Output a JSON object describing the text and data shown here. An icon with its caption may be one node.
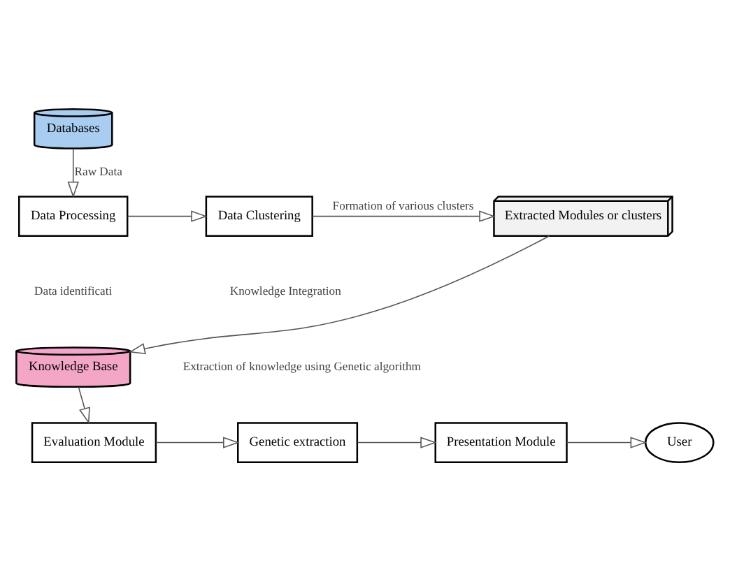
{
  "diagram": {
    "nodes": [
      {
        "text": [
          "Databases"
        ]
      },
      {
        "text": [
          "Data Processing"
        ]
      },
      {
        "text": [
          "Data Clustering"
        ]
      },
      {
        "text": [
          "Extracted Modules or clusters"
        ]
      },
      {
        "text": [
          "Knowledge Base"
        ]
      },
      {
        "text": [
          "Evaluation Module"
        ]
      },
      {
        "text": [
          "Genetic extraction"
        ]
      },
      {
        "text": [
          "Presentation Module"
        ]
      },
      {
        "text": [
          "User"
        ]
      }
    ],
    "edges": [
      {
        "from": 0,
        "to": 1,
        "arrow": "to",
        "label": "Raw Data"
      },
      {
        "from": 1,
        "to": 2,
        "arrow": "to"
      },
      {
        "from": 2,
        "to": 3,
        "arrow": "to",
        "label": "Formation of various clusters"
      },
      {
        "from": 3,
        "to": 4,
        "arrow": "to"
      },
      {
        "from": 4,
        "to": 5,
        "arrow": "to"
      },
      {
        "from": 5,
        "to": 6,
        "arrow": "to"
      },
      {
        "from": 6,
        "to": 7,
        "arrow": "to"
      },
      {
        "from": 7,
        "to": 8,
        "arrow": "to"
      }
    ],
    "labels": [
      "Data identificati",
      "Knowledge Integration",
      "Extraction of knowledge using Genetic algorithm"
    ]
  }
}
